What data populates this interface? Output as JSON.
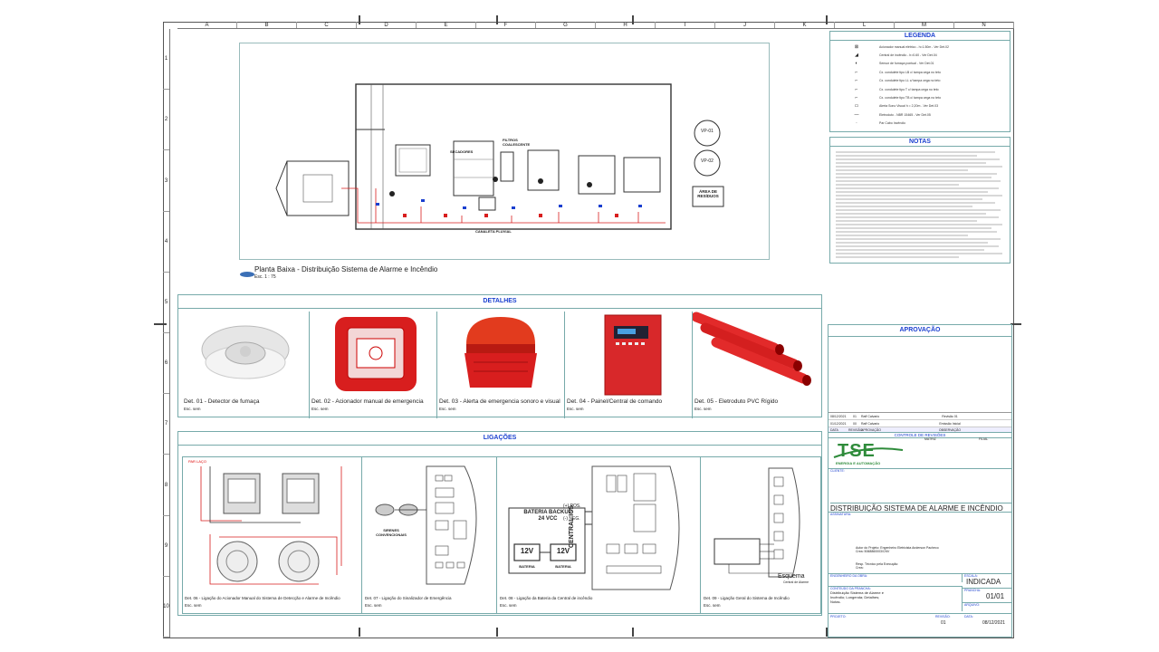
{
  "sheet": {
    "columns": [
      "A",
      "B",
      "C",
      "D",
      "E",
      "F",
      "G",
      "H",
      "I",
      "J",
      "K",
      "L",
      "M",
      "N"
    ],
    "rows": [
      "1",
      "2",
      "3",
      "4",
      "5",
      "6",
      "7",
      "8",
      "9",
      "10"
    ]
  },
  "plan": {
    "title": "Planta Baixa - Distribuição Sistema de Alarme e Incêndio",
    "scale": "Esc. 1 : 75",
    "labels": {
      "vp01": "VP-01",
      "vp02": "VP-02",
      "residuos": "ÁREA DE RESÍDUOS",
      "filtros": "FILTROS COALESCENTE",
      "secadores": "SECADORES",
      "canaleta": "CANALETA PLUVIAL"
    }
  },
  "legend": {
    "title": "LEGENDA",
    "items": [
      "Acionador manual elétrico - h=1.50m - Ver Det.02",
      "Central de incêndio - h=0.60 - Ver Det.04",
      "Sensor de fumaça pontual - Ver Det.01",
      "Cx. condulete tipo LB c/ tampa cega no teto",
      "Cx. condulete tipo LL c/ tampa cega no teto",
      "Cx. condulete tipo T c/ tampa cega no teto",
      "Cx. condulete tipo TB c/ tampa cega no teto",
      "Alerta Sono Visual h = 2,20m - Ver Det.03",
      "Eletroduto - NBR 15465 - Ver Det.05",
      "Par Cabo Incêndio"
    ]
  },
  "notes": {
    "title": "NOTAS"
  },
  "details": {
    "title": "DETALHES",
    "items": [
      {
        "caption": "Det. 01 - Detector de fumaça",
        "scale": "Esc. sem"
      },
      {
        "caption": "Det. 02 - Acionador manual de emergencia",
        "scale": "Esc. sem"
      },
      {
        "caption": "Det. 03 - Alerta de emergencia sonoro e visual",
        "scale": "Esc. sem"
      },
      {
        "caption": "Det. 04 - Painel/Central de comando",
        "scale": "Esc. sem"
      },
      {
        "caption": "Det. 05 - Eletroduto PVC Rígido",
        "scale": "Esc. sem"
      }
    ]
  },
  "connections": {
    "title": "LIGAÇÕES",
    "items": [
      {
        "caption": "Det. 06 - Ligação do Acionador Manual do Sistema de Detecção e Alarme de Incêndio",
        "scale": "Esc. sem"
      },
      {
        "caption": "Det. 07 - Ligação do Sinalizador de Emergência",
        "scale": "Esc. sem"
      },
      {
        "caption": "Det. 08 - Ligação da Bateria da Central de incêndio",
        "scale": "Esc. sem"
      },
      {
        "caption": "Det. 09 - Ligação Geral do Sistema de Incêndio",
        "scale": "Esc. sem"
      }
    ],
    "labels": {
      "sirenes": "SIRENES CONVENCIONAIS",
      "bateria_backup": "BATERIA BACKUP",
      "vcc": "24 VCC",
      "pos": "(+) POS.",
      "neg": "(-) NEG.",
      "v12a": "12V",
      "v12b": "12V",
      "bateria1": "BATERIA",
      "bateria2": "BATERIA",
      "central": "CENTRAL ICS",
      "esquema": "Esquema",
      "esquema_sub": "Central de Alarme",
      "par_laco": "PAR LAÇO"
    }
  },
  "approval": {
    "title": "APROVAÇÃO",
    "revisions": [
      {
        "date": "08/12/2021",
        "rev": "01",
        "by": "Raff Calvario",
        "desc": "Revisão 01"
      },
      {
        "date": "01/12/2021",
        "rev": "00",
        "by": "Raff Calvario",
        "desc": "Emissão Inicial"
      }
    ],
    "rev_headers": [
      "DATA",
      "REVISÃO",
      "APROVAÇÃO",
      "OBSERVAÇÃO"
    ],
    "rev_control": "CONTROLE DE REVISÕES"
  },
  "titleblock": {
    "company": "TSE",
    "company_sub": "ENERGIA E AUTOMAÇÃO",
    "matriz": "MATRIZ",
    "filial": "FILIAL",
    "cliente": "CLIENTE:",
    "drawing_title": "DISTRIBUIÇÃO SISTEMA DE ALARME E INCÊNDIO",
    "assinatura": "ASSINATURA:",
    "author": "Autor do Projeto: Engenheiro Eletricista Anderson Pacheco",
    "crea": "Crea: 5068860003/CNV",
    "tecnico": "Resp. Técnico pela Execução:",
    "tecnico_crea": "Crea:",
    "engineer_label": "ENGENHEIRO DA OBRA:",
    "content_label": "CONTEÚDO DA PRANCHA:",
    "content": "Distribuição Sistema de Alarme e Incêndio; Longenda; Detalhes; Notas.",
    "escala_label": "ESCALA:",
    "escala": "INDICADA",
    "prancha_label": "PRANCHA:",
    "prancha": "01/01",
    "arquivo_label": "ARQUIVO:",
    "projeto_label": "PROJETO:",
    "revisao_label": "REVISÃO:",
    "revisao": "01",
    "data_label": "DATA:",
    "data": "08/12/2021"
  },
  "colors": {
    "accent_blue": "#1a3fcf",
    "alarm_red": "#d81e1e",
    "logo_green": "#2e8b3a"
  }
}
